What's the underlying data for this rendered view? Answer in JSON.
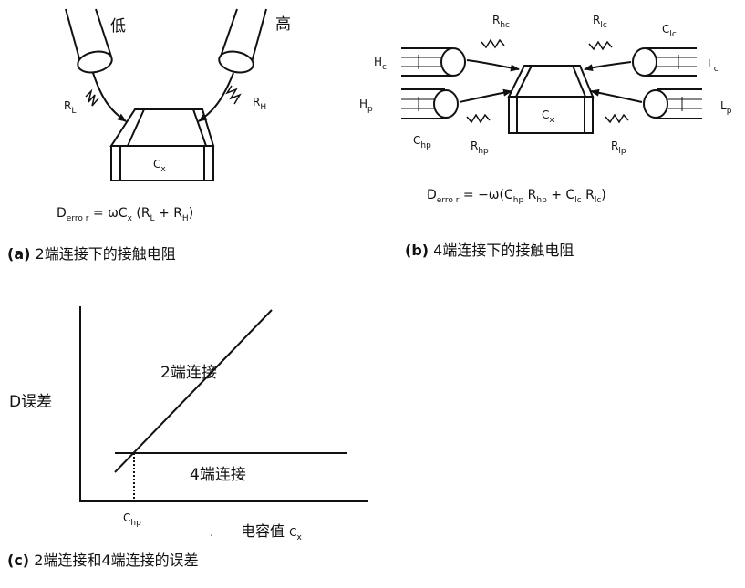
{
  "diagram_a": {
    "probe_low": "低",
    "probe_high": "高",
    "r_left": {
      "main": "R",
      "sub": "L"
    },
    "r_right": {
      "main": "R",
      "sub": "H"
    },
    "dut": {
      "main": "C",
      "sub": "x"
    },
    "formula": {
      "d": "D",
      "d_sub": "erro r",
      "rhs": " = ωC",
      "cx_sub": "x",
      "open": " (R",
      "rl_sub": "L",
      "plus": " + R",
      "rh_sub": "H",
      "close": ")"
    },
    "caption_tag": "(a)",
    "caption_text": "2端连接下的接触电阻"
  },
  "diagram_b": {
    "hc": {
      "main": "H",
      "sub": "c"
    },
    "hp": {
      "main": "H",
      "sub": "p"
    },
    "lc": {
      "main": "L",
      "sub": "c"
    },
    "lp": {
      "main": "L",
      "sub": "p"
    },
    "rhc": {
      "main": "R",
      "sub": "hc"
    },
    "rlc": {
      "main": "R",
      "sub": "lc"
    },
    "clc": {
      "main": "C",
      "sub": "lc"
    },
    "chp": {
      "main": "C",
      "sub": "hp"
    },
    "rhp": {
      "main": "R",
      "sub": "hp"
    },
    "rlp": {
      "main": "R",
      "sub": "lp"
    },
    "dut": {
      "main": "C",
      "sub": "x"
    },
    "formula": {
      "d": "D",
      "d_sub": "erro r",
      "rhs": " = −ω(C",
      "chp_sub": "hp",
      "r1": " R",
      "rhp_sub": "hp",
      "plus": " + C",
      "clc_sub": "lc",
      "r2": " R",
      "rlc_sub": "lc",
      "close": ")"
    },
    "caption_tag": "(b)",
    "caption_text": "4端连接下的接触电阻"
  },
  "diagram_c": {
    "y_label": "D误差",
    "line_2t": "2端连接",
    "line_4t": "4端连接",
    "chp": {
      "main": "C",
      "sub": "hp"
    },
    "dot": ".",
    "x_label": "电容值",
    "cx": {
      "main": "C",
      "sub": "x"
    },
    "caption_tag": "(c)",
    "caption_text": "2端连接和4端连接的误差"
  }
}
